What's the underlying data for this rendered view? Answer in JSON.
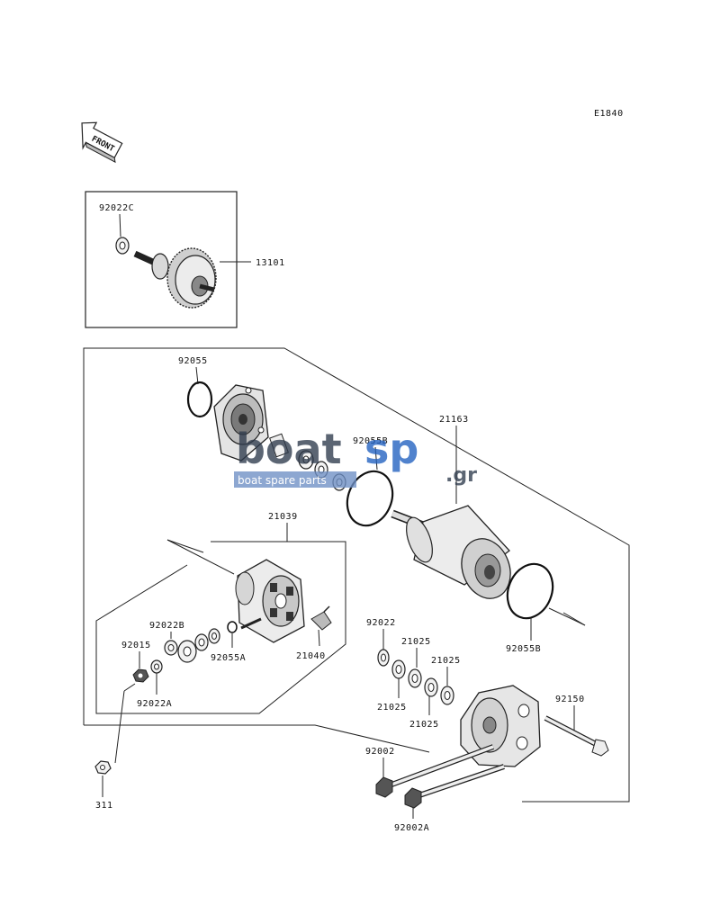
{
  "diagram_code": "E1840",
  "front_label": "FRONT",
  "watermark": {
    "brand_left": "boat",
    "brand_right": "sp",
    "suffix": ".gr",
    "tagline": "boat spare parts",
    "color_left": "#2e3a4c",
    "color_right": "#1f5fbf"
  },
  "parts": {
    "p92022C": "92022C",
    "p13101": "13101",
    "p92055": "92055",
    "p21163": "21163",
    "p92055B_top": "92055B",
    "p21039": "21039",
    "p92022B": "92022B",
    "p92015": "92015",
    "p92055A": "92055A",
    "p21040": "21040",
    "p92022A": "92022A",
    "p92022": "92022",
    "p21025_a": "21025",
    "p21025_b": "21025",
    "p21025_c": "21025",
    "p21025_d": "21025",
    "p92055B_bottom": "92055B",
    "p92150": "92150",
    "p92002": "92002",
    "p92002A": "92002A",
    "p311": "311"
  }
}
